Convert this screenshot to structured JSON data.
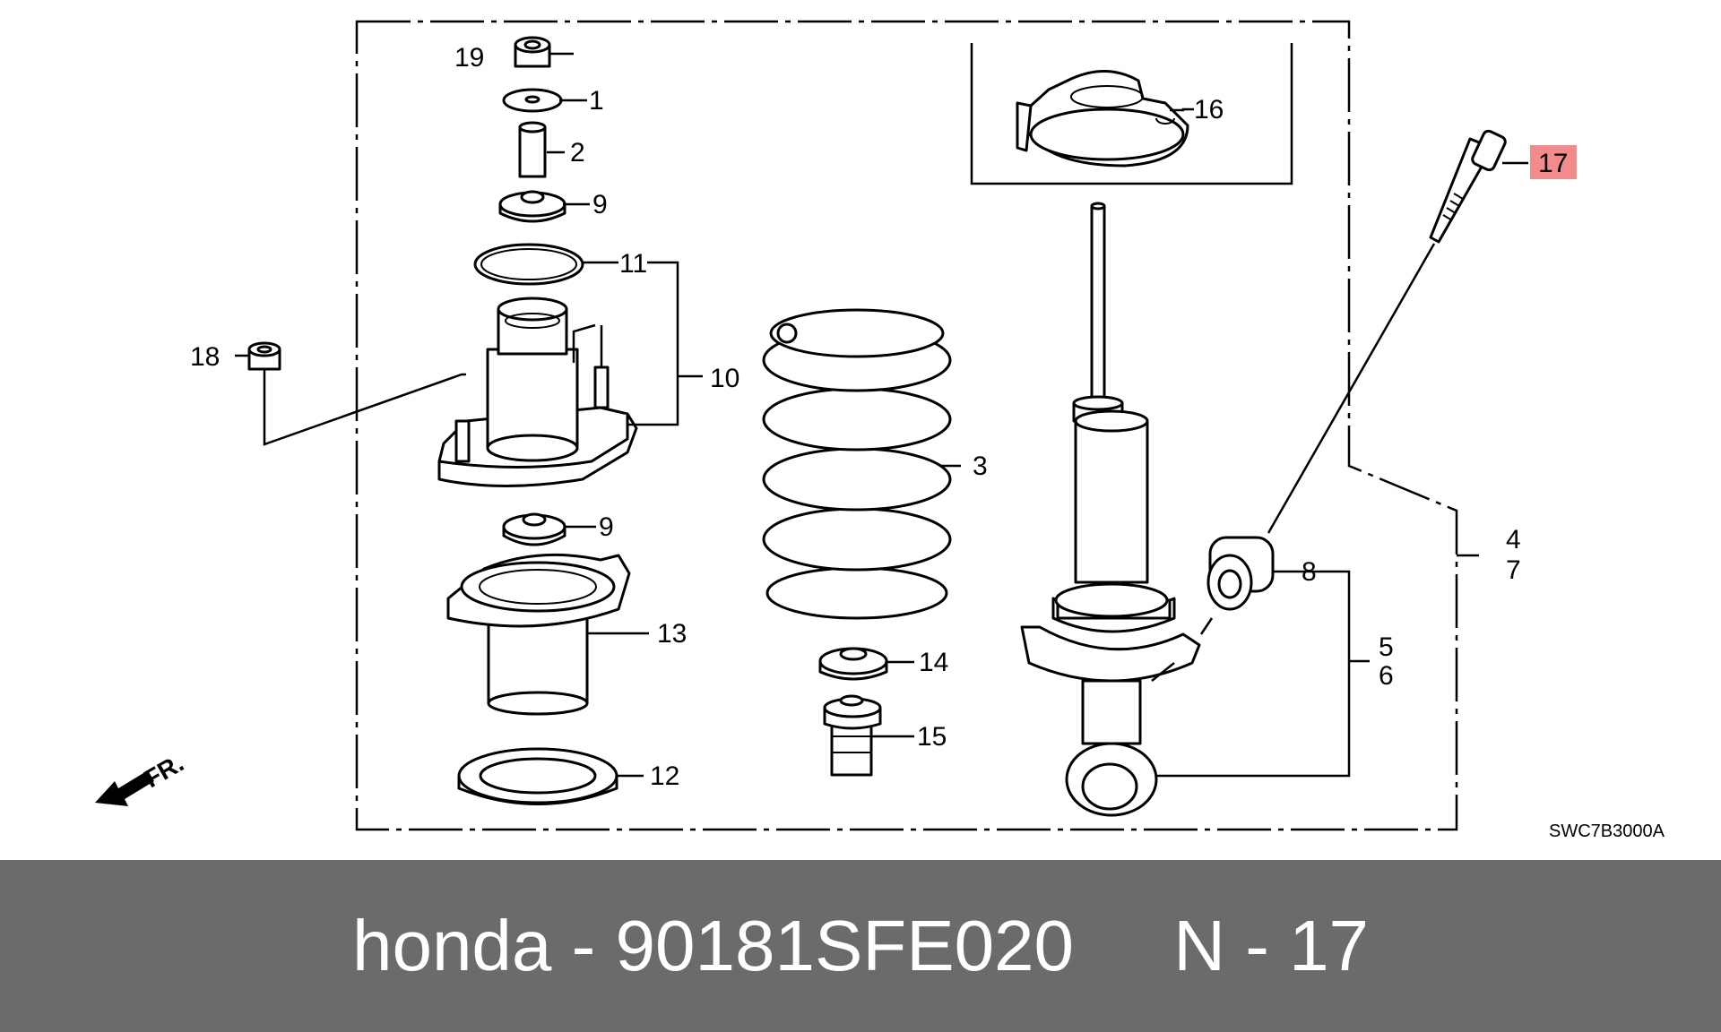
{
  "callouts": {
    "c1": "1",
    "c2": "2",
    "c3": "3",
    "c4": "4",
    "c5": "5",
    "c6": "6",
    "c7": "7",
    "c8": "8",
    "c9a": "9",
    "c9b": "9",
    "c10": "10",
    "c11": "11",
    "c12": "12",
    "c13": "13",
    "c14": "14",
    "c15": "15",
    "c16": "16",
    "c17": "17",
    "c18": "18",
    "c19": "19"
  },
  "highlight_color": "#f28b8b",
  "direction_label": "FR.",
  "diagram_code": "SWC7B3000A",
  "footer": {
    "brand": "honda",
    "separator": " - ",
    "part_number": "90181SFE020",
    "gap": "     ",
    "ref_prefix": "N - ",
    "ref_number": "17"
  }
}
